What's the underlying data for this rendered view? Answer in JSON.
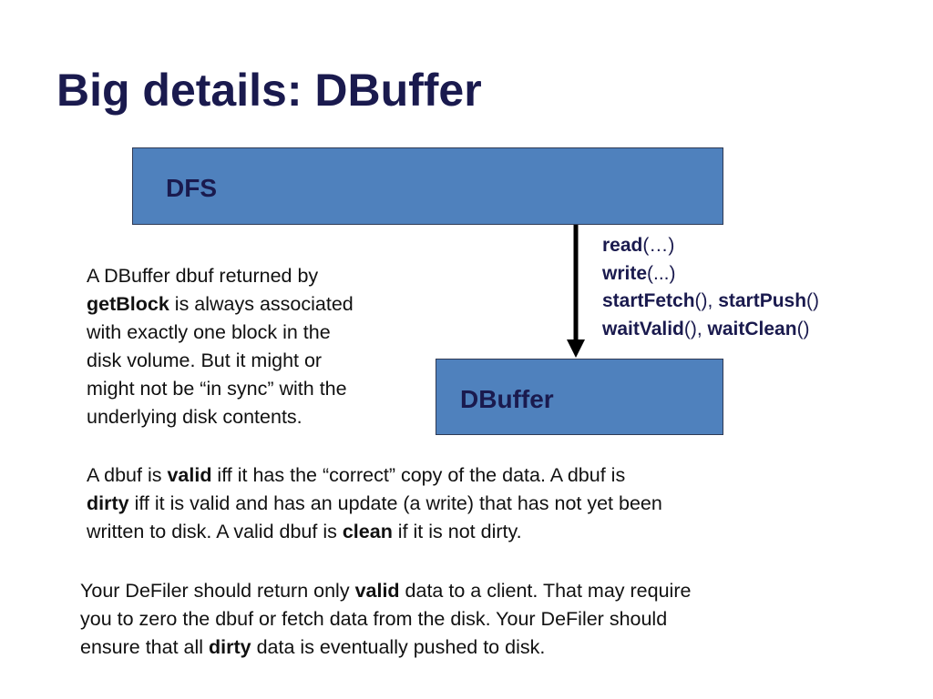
{
  "slide": {
    "title": "Big details: DBuffer"
  },
  "diagram": {
    "top_box_label": "DFS",
    "bottom_box_label": "DBuffer",
    "operations": [
      {
        "parts": [
          {
            "text": "read",
            "bold": true
          },
          {
            "text": "(…)",
            "bold": false
          }
        ]
      },
      {
        "parts": [
          {
            "text": "write",
            "bold": true
          },
          {
            "text": "(...)",
            "bold": false
          }
        ]
      },
      {
        "parts": [
          {
            "text": "startFetch",
            "bold": true
          },
          {
            "text": "(), ",
            "bold": false
          },
          {
            "text": "startPush",
            "bold": true
          },
          {
            "text": "()",
            "bold": false
          }
        ]
      },
      {
        "parts": [
          {
            "text": "waitValid",
            "bold": true
          },
          {
            "text": "(), ",
            "bold": false
          },
          {
            "text": "waitClean",
            "bold": true
          },
          {
            "text": "()",
            "bold": false
          }
        ]
      }
    ],
    "colors": {
      "box_fill": "#4f81bd",
      "box_label": "#1a1a4e",
      "arrow": "#000000"
    }
  },
  "paragraphs": {
    "association": [
      [
        {
          "text": "A DBuffer dbuf returned by",
          "bold": false
        }
      ],
      [
        {
          "text": "getBlock",
          "bold": true
        },
        {
          "text": " is always associated",
          "bold": false
        }
      ],
      [
        {
          "text": "with exactly one block in the",
          "bold": false
        }
      ],
      [
        {
          "text": "disk volume.   But it might or",
          "bold": false
        }
      ],
      [
        {
          "text": "might not be “in sync” with the",
          "bold": false
        }
      ],
      [
        {
          "text": "underlying disk contents.",
          "bold": false
        }
      ]
    ],
    "definitions": [
      [
        {
          "text": "A dbuf is ",
          "bold": false
        },
        {
          "text": "valid",
          "bold": true
        },
        {
          "text": " iff it has the “correct” copy of the data.  A dbuf is",
          "bold": false
        }
      ],
      [
        {
          "text": "dirty",
          "bold": true
        },
        {
          "text": " iff it is valid and has an update (a write) that has not yet been",
          "bold": false
        }
      ],
      [
        {
          "text": "written to disk.   A valid dbuf is ",
          "bold": false
        },
        {
          "text": "clean",
          "bold": true
        },
        {
          "text": " if it is not dirty.",
          "bold": false
        }
      ]
    ],
    "requirements": [
      [
        {
          "text": "Your DeFiler should return only ",
          "bold": false
        },
        {
          "text": "valid",
          "bold": true
        },
        {
          "text": " data to a client.  That may require",
          "bold": false
        }
      ],
      [
        {
          "text": "you to zero the dbuf or fetch data from the disk.  Your DeFiler should",
          "bold": false
        }
      ],
      [
        {
          "text": "ensure that all ",
          "bold": false
        },
        {
          "text": "dirty",
          "bold": true
        },
        {
          "text": " data is eventually pushed to disk.",
          "bold": false
        }
      ]
    ]
  }
}
